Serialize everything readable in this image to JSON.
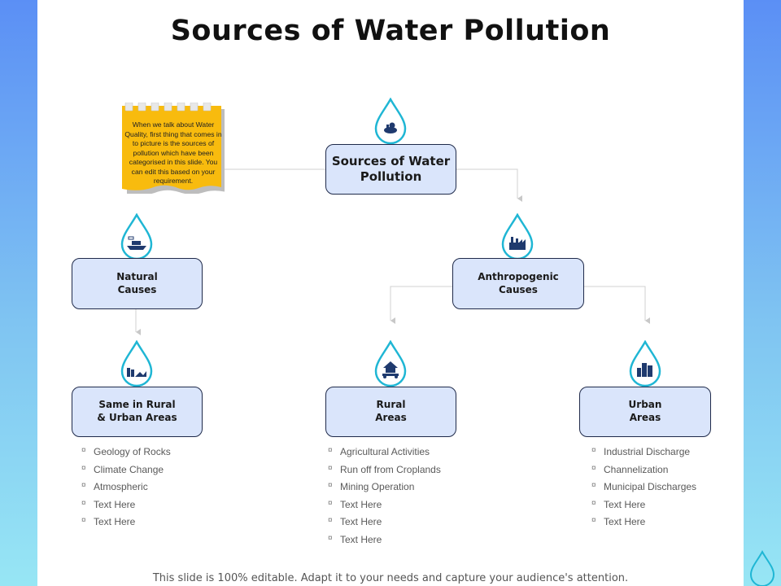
{
  "title": "Sources of Water Pollution",
  "note": "When we talk about Water Quality, first thing that comes in to picture is the sources of pollution which have been categorised in this slide. You can edit this based on your requirement.",
  "nodes": {
    "root": "Sources of Water\nPollution",
    "natural": "Natural\nCauses",
    "anthropogenic": "Anthropogenic\nCauses",
    "same": "Same in Rural\n& Urban Areas",
    "rural": "Rural\nAreas",
    "urban": "Urban\nAreas"
  },
  "bullet_symbol": "¤",
  "lists": {
    "same": [
      "Geology of Rocks",
      "Climate Change",
      "Atmospheric",
      "Text Here",
      "Text Here"
    ],
    "rural": [
      "Agricultural Activities",
      "Run off from Croplands",
      "Mining Operation",
      "Text Here",
      "Text Here",
      "Text Here"
    ],
    "urban": [
      "Industrial Discharge",
      "Channelization",
      "Municipal Discharges",
      "Text Here",
      "Text Here"
    ]
  },
  "icons": {
    "root": "water-pollution-icon",
    "natural": "boat-icon",
    "anthropogenic": "factory-icon",
    "same": "landscape-icon",
    "rural": "farmhouse-icon",
    "urban": "city-buildings-icon"
  },
  "colors": {
    "node_fill": "#dae5fb",
    "drop": "#1fb6d4",
    "icon": "#1f3a6e",
    "note": "#f8bb0e"
  },
  "footer": "This slide is 100% editable. Adapt it to your needs and capture your audience's attention."
}
